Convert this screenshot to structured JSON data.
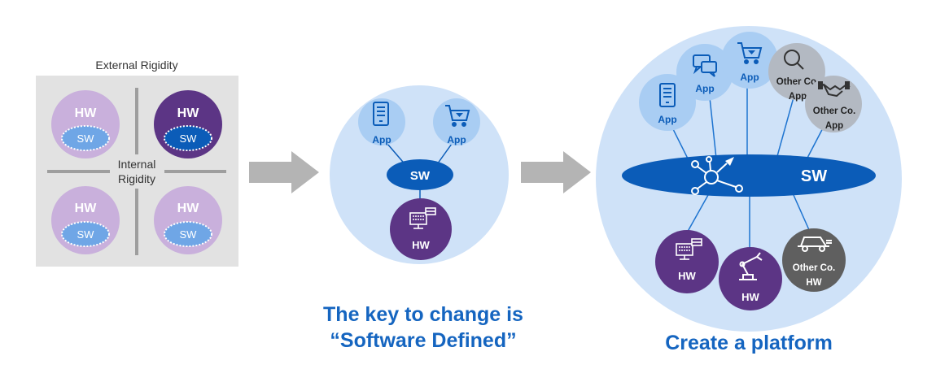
{
  "left": {
    "title": "External Rigidity",
    "internal_label_1": "Internal",
    "internal_label_2": "Rigidity",
    "hw_label": "HW",
    "sw_label": "SW"
  },
  "middle": {
    "app_label": "App",
    "sw_label": "SW",
    "hw_label": "HW",
    "caption_line1": "The key to change is",
    "caption_line2": "“Software Defined”"
  },
  "right": {
    "app_label": "App",
    "other_co_label": "Other Co.",
    "other_app_label": "App",
    "sw_label": "SW",
    "hw_label": "HW",
    "other_hw_label": "HW",
    "caption": "Create a platform"
  },
  "colors": {
    "light_purple": "#c9b0dc",
    "dark_purple": "#5c3585",
    "panel_gray": "#e2e2e2",
    "light_blue": "#cfe2f8",
    "app_blue": "#a9cdf3",
    "sw_blue": "#0b5cb8",
    "other_gray": "#b3b9c2",
    "dark_gray": "#5f5f5f",
    "arrow_gray": "#b4b4b4"
  },
  "icons": [
    "tablet-icon",
    "cart-icon",
    "chat-icon",
    "search-icon",
    "handshake-icon",
    "hub-icon",
    "terminal-icon",
    "robot-arm-icon",
    "car-icon"
  ]
}
